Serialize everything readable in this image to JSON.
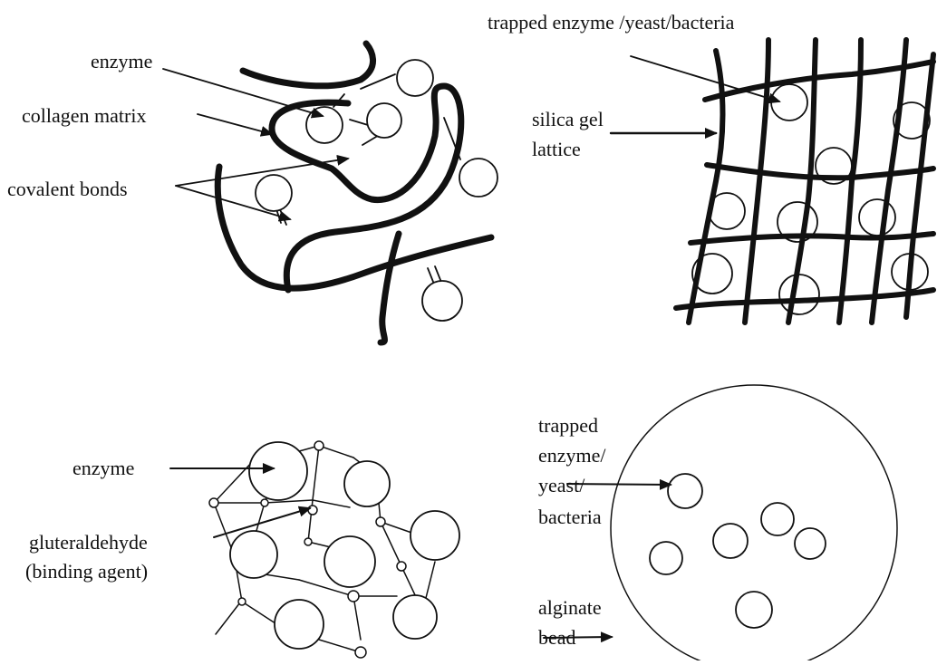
{
  "panels": {
    "collagen": {
      "enzyme_label": "enzyme",
      "matrix_label": "collagen matrix",
      "bonds_label": "covalent bonds"
    },
    "silica": {
      "trapped_label": "trapped enzyme /yeast/bacteria",
      "lattice_line1": "silica gel",
      "lattice_line2": "lattice"
    },
    "crosslink": {
      "enzyme_label": "enzyme",
      "agent_line1": "gluteraldehyde",
      "agent_line2": "(binding agent)"
    },
    "alginate": {
      "trapped_line1": "trapped",
      "trapped_line2": "enzyme/",
      "trapped_line3": "yeast/",
      "trapped_line4": "bacteria",
      "bead_line1": "alginate",
      "bead_line2": "bead"
    }
  },
  "colors": {
    "ink": "#111111",
    "background": "#ffffff"
  }
}
